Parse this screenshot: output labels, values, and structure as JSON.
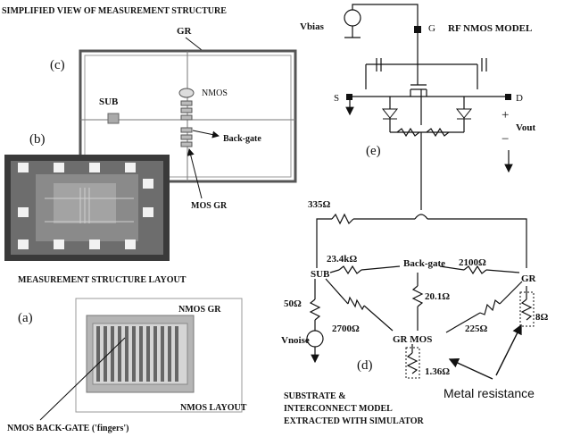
{
  "labels": {
    "simplified_title": "SIMPLIFIED VIEW OF MEASUREMENT STRUCTURE",
    "gr_top": "GR",
    "panel_c": "(c)",
    "sub": "SUB",
    "nmos": "NMOS",
    "back_gate_c": "Back-gate",
    "mos_gr_c": "MOS GR",
    "panel_b": "(b)",
    "measurement_layout": "MEASUREMENT STRUCTURE LAYOUT",
    "panel_a": "(a)",
    "nmos_gr_a": "NMOS GR",
    "nmos_layout": "NMOS LAYOUT",
    "nmos_back_gate_fingers": "NMOS BACK-GATE ('fingers')",
    "vbias": "Vbias",
    "g": "G",
    "rf_nmos_model": "RF NMOS MODEL",
    "s": "S",
    "d": "D",
    "plus": "+",
    "vout": "Vout",
    "minus": "−",
    "panel_e": "(e)",
    "r_335": "335Ω",
    "r_23k4": "23.4kΩ",
    "back_gate_d": "Back-gate",
    "r_2100": "2100Ω",
    "sub_node": "SUB",
    "gr_node": "GR",
    "r_20_1": "20.1Ω",
    "r_50": "50Ω",
    "vnoise": "Vnoise",
    "r_2700": "2700Ω",
    "r_225": "225Ω",
    "r_8": "8Ω",
    "gr_mos": "GR MOS",
    "panel_d": "(d)",
    "r_1_36": "1.36Ω",
    "substrate_title_1": "SUBSTRATE &",
    "substrate_title_2": "INTERCONNECT MODEL",
    "substrate_title_3": "EXTRACTED WITH SIMULATOR",
    "metal_resistance": "Metal resistance"
  }
}
